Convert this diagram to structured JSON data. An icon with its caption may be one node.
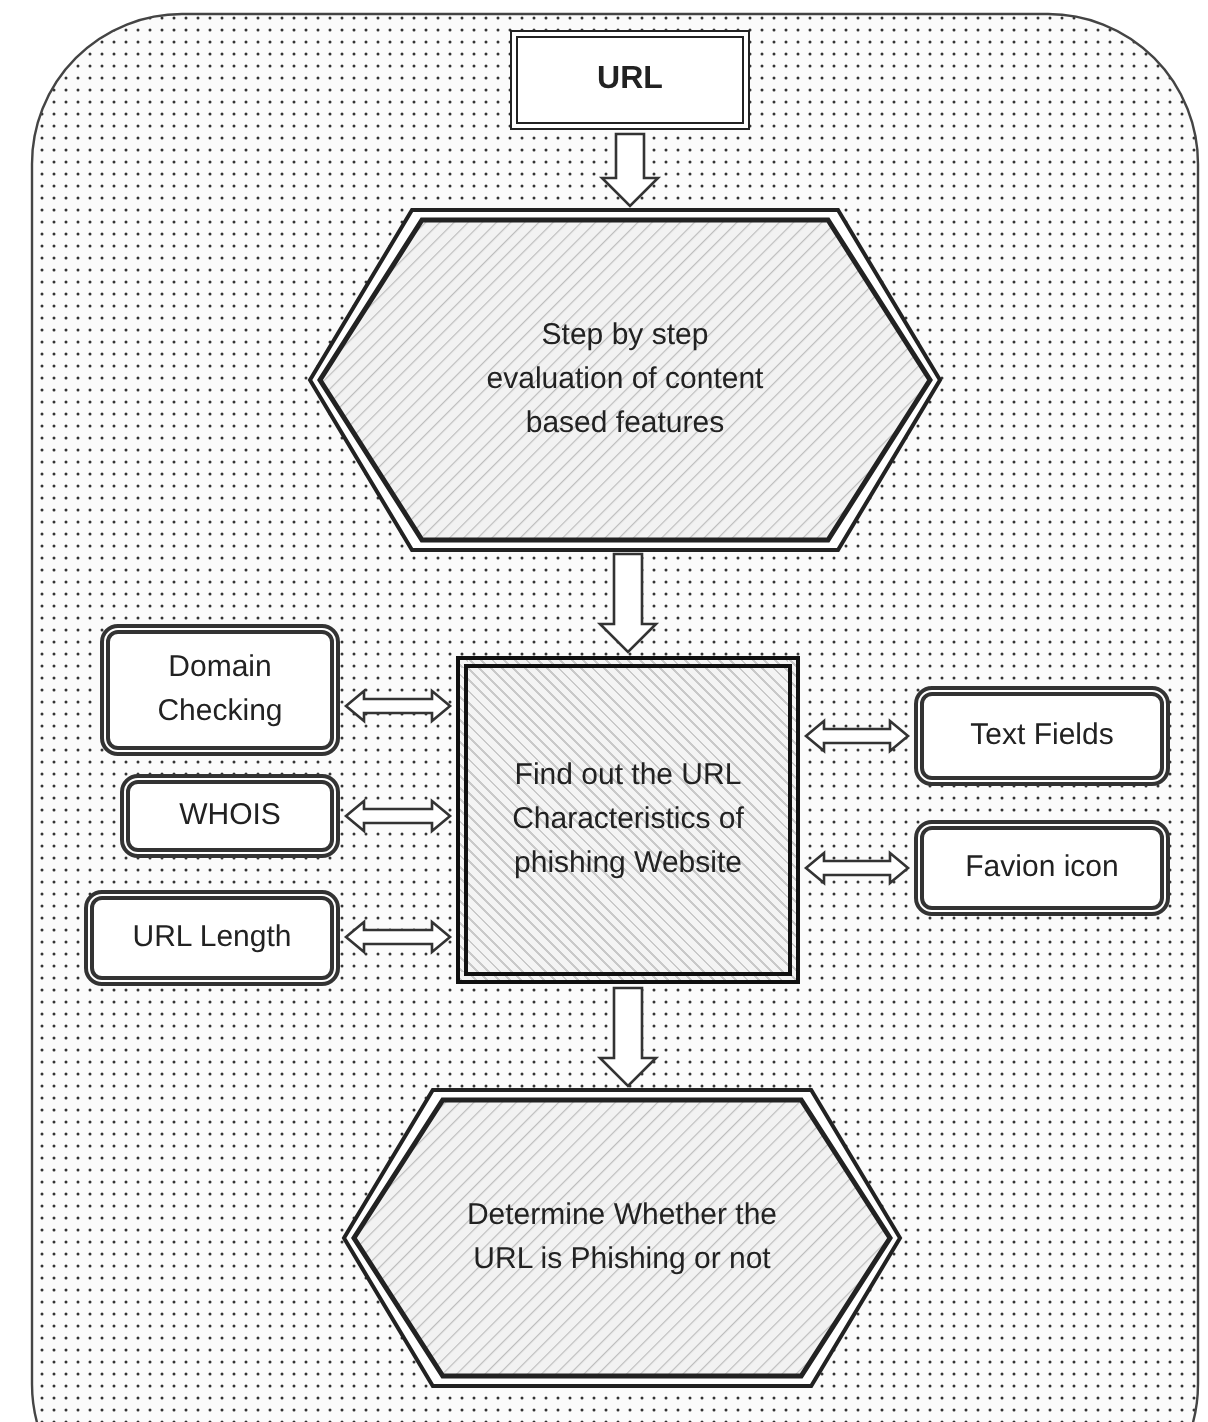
{
  "diagram": {
    "nodes": [
      {
        "text": [
          "URL"
        ]
      },
      {
        "text": [
          "Step by step evaluation of content based features"
        ]
      },
      {
        "text": [
          "Domain Checking"
        ]
      },
      {
        "text": [
          "WHOIS"
        ]
      },
      {
        "text": [
          "URL Length"
        ]
      },
      {
        "text": [
          "Find out the URL Characteristics of phishing Website"
        ]
      },
      {
        "text": [
          "Text Fields"
        ]
      },
      {
        "text": [
          "Favion icon"
        ]
      },
      {
        "text": [
          "Determine Whether the URL is Phishing or not"
        ]
      }
    ],
    "edges": [
      {
        "from": 0,
        "to": 1,
        "arrow": "to"
      },
      {
        "from": 1,
        "to": 5,
        "arrow": "to"
      },
      {
        "from": 2,
        "to": 5,
        "arrow": "both"
      },
      {
        "from": 3,
        "to": 5,
        "arrow": "both"
      },
      {
        "from": 4,
        "to": 5,
        "arrow": "both"
      },
      {
        "from": 5,
        "to": 6,
        "arrow": "both"
      },
      {
        "from": 5,
        "to": 7,
        "arrow": "both"
      },
      {
        "from": 5,
        "to": 8,
        "arrow": "to"
      }
    ]
  }
}
